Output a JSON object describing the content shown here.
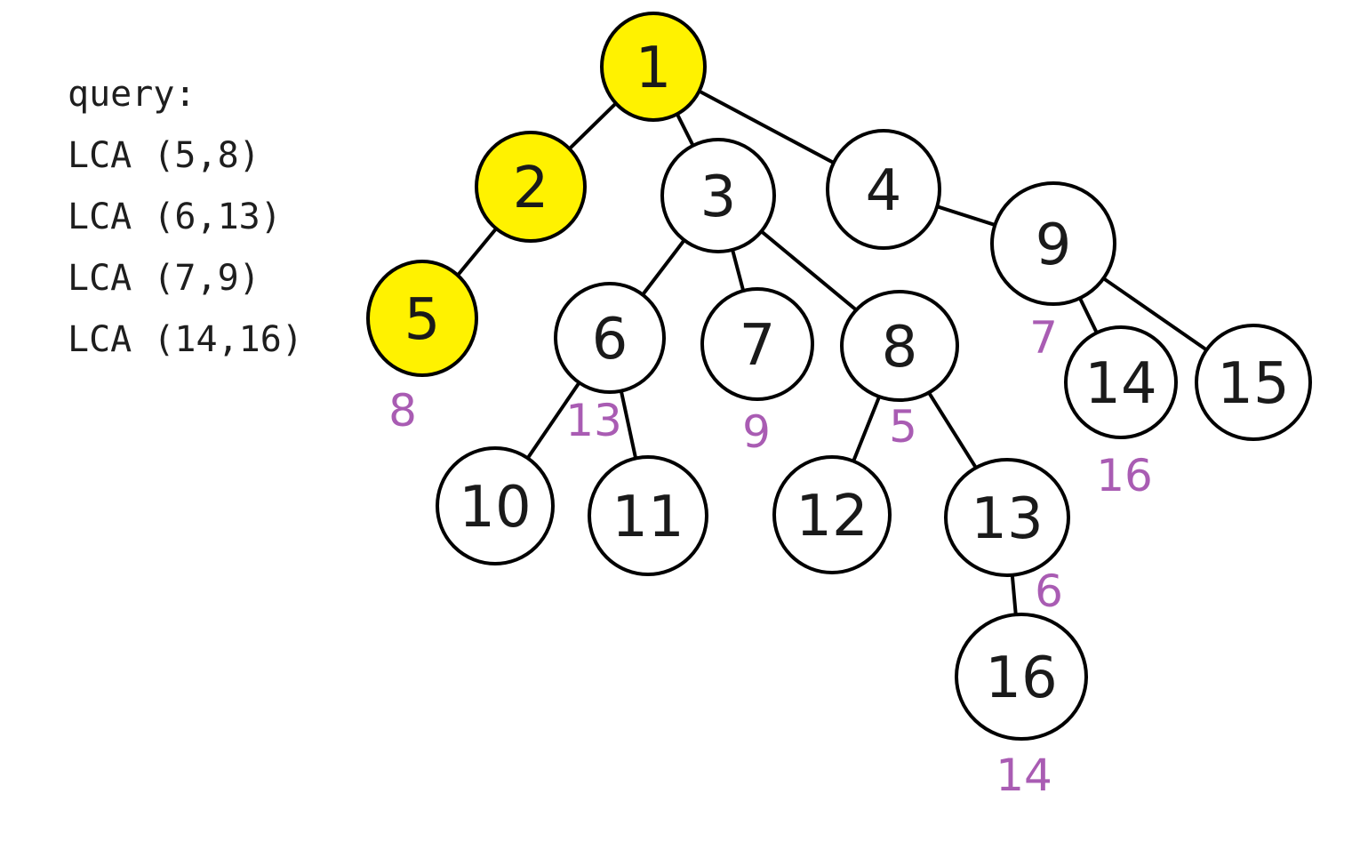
{
  "queries": {
    "title": "query:",
    "items": [
      "LCA (5,8)",
      "LCA (6,13)",
      "LCA (7,9)",
      "LCA (14,16)"
    ]
  },
  "colors": {
    "highlight_fill": "#fff200",
    "node_fill": "#ffffff",
    "stroke": "#000000",
    "annotation": "#a95cb3"
  },
  "tree": {
    "nodes": [
      {
        "id": "1",
        "highlighted": true
      },
      {
        "id": "2",
        "highlighted": true
      },
      {
        "id": "3",
        "highlighted": false
      },
      {
        "id": "4",
        "highlighted": false
      },
      {
        "id": "5",
        "highlighted": true
      },
      {
        "id": "6",
        "highlighted": false
      },
      {
        "id": "7",
        "highlighted": false
      },
      {
        "id": "8",
        "highlighted": false
      },
      {
        "id": "9",
        "highlighted": false
      },
      {
        "id": "10",
        "highlighted": false
      },
      {
        "id": "11",
        "highlighted": false
      },
      {
        "id": "12",
        "highlighted": false
      },
      {
        "id": "13",
        "highlighted": false
      },
      {
        "id": "14",
        "highlighted": false
      },
      {
        "id": "15",
        "highlighted": false
      },
      {
        "id": "16",
        "highlighted": false
      }
    ],
    "edges": [
      [
        "1",
        "2"
      ],
      [
        "1",
        "3"
      ],
      [
        "1",
        "4"
      ],
      [
        "2",
        "5"
      ],
      [
        "3",
        "6"
      ],
      [
        "3",
        "7"
      ],
      [
        "3",
        "8"
      ],
      [
        "4",
        "9"
      ],
      [
        "6",
        "10"
      ],
      [
        "6",
        "11"
      ],
      [
        "8",
        "12"
      ],
      [
        "8",
        "13"
      ],
      [
        "9",
        "14"
      ],
      [
        "9",
        "15"
      ],
      [
        "13",
        "16"
      ]
    ],
    "query_partners": [
      {
        "node": "5",
        "partner": "8"
      },
      {
        "node": "6",
        "partner": "13"
      },
      {
        "node": "7",
        "partner": "9"
      },
      {
        "node": "8",
        "partner": "5"
      },
      {
        "node": "9",
        "partner": "7"
      },
      {
        "node": "13",
        "partner": "6"
      },
      {
        "node": "14",
        "partner": "16"
      },
      {
        "node": "16",
        "partner": "14"
      }
    ]
  }
}
